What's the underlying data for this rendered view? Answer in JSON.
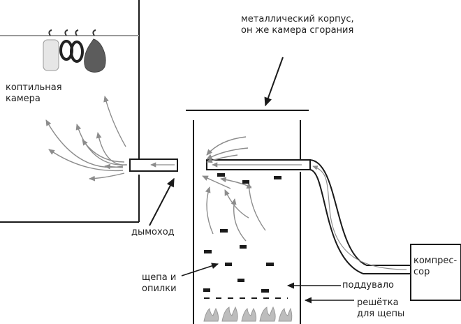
{
  "labels": {
    "smoking_chamber": "коптильная\nкамера",
    "metal_body": "металлический корпус,\nон же камера сгорания",
    "chimney": "дымоход",
    "chips": "щепа и\nопилки",
    "compressor": "компрес-\nсор",
    "blower": "поддувало",
    "grate": "решётка\nдля щепы"
  },
  "colors": {
    "line": "#1a1a1a",
    "arrow_gray": "#8c8c8c",
    "flame": "#9a9a9a",
    "food_dark": "#555555",
    "food_light": "#d9d9d9"
  }
}
